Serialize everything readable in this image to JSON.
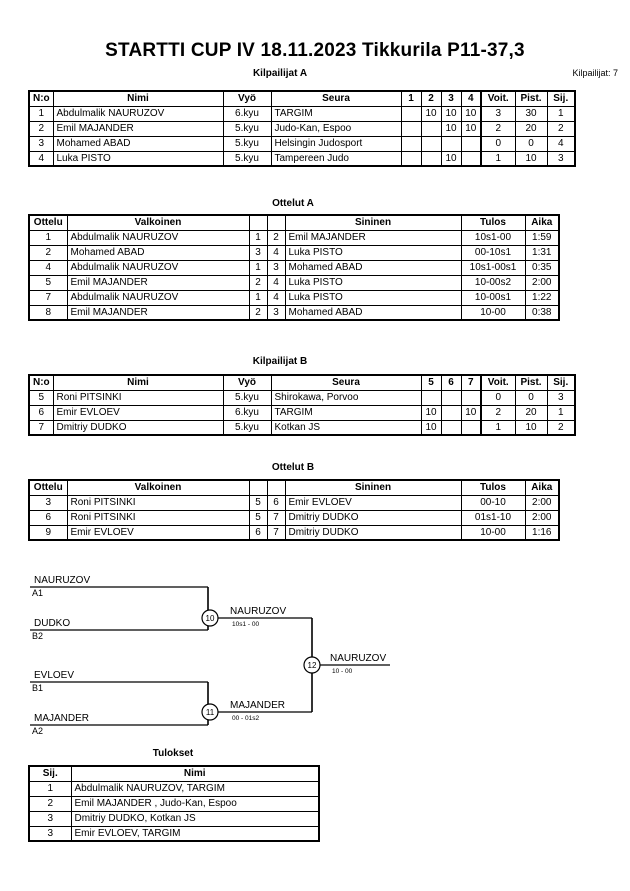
{
  "header": {
    "title": "STARTTI CUP IV  18.11.2023  Tikkurila   P11-37,3",
    "competitor_count_label": "Kilpailijat: 7"
  },
  "pool_a": {
    "caption": "Kilpailijat A",
    "columns": [
      "N:o",
      "Nimi",
      "Vyö",
      "Seura",
      "1",
      "2",
      "3",
      "4",
      "Voit.",
      "Pist.",
      "Sij."
    ],
    "rows": [
      {
        "no": "1",
        "name": "Abdulmalik NAURUZOV",
        "belt": "6.kyu",
        "club": "TARGIM",
        "m1": "",
        "m2": "10",
        "m3": "10",
        "m4": "10",
        "wins": "3",
        "points": "30",
        "rank": "1"
      },
      {
        "no": "2",
        "name": "Emil MAJANDER",
        "belt": "5.kyu",
        "club": "Judo-Kan, Espoo",
        "m1": "",
        "m2": "",
        "m3": "10",
        "m4": "10",
        "wins": "2",
        "points": "20",
        "rank": "2"
      },
      {
        "no": "3",
        "name": "Mohamed ABAD",
        "belt": "5.kyu",
        "club": "Helsingin Judosport",
        "m1": "",
        "m2": "",
        "m3": "",
        "m4": "",
        "wins": "0",
        "points": "0",
        "rank": "4"
      },
      {
        "no": "4",
        "name": "Luka PISTO",
        "belt": "5.kyu",
        "club": "Tampereen Judo",
        "m1": "",
        "m2": "",
        "m3": "10",
        "m4": "",
        "wins": "1",
        "points": "10",
        "rank": "3"
      }
    ]
  },
  "matches_a": {
    "caption": "Ottelut A",
    "columns": [
      "Ottelu",
      "Valkoinen",
      "",
      "",
      "Sininen",
      "Tulos",
      "Aika"
    ],
    "rows": [
      {
        "match": "1",
        "white": "Abdulmalik NAURUZOV",
        "wn": "1",
        "bn": "2",
        "blue": "Emil MAJANDER",
        "result": "10s1-00",
        "time": "1:59"
      },
      {
        "match": "2",
        "white": "Mohamed ABAD",
        "wn": "3",
        "bn": "4",
        "blue": "Luka PISTO",
        "result": "00-10s1",
        "time": "1:31"
      },
      {
        "match": "4",
        "white": "Abdulmalik NAURUZOV",
        "wn": "1",
        "bn": "3",
        "blue": "Mohamed ABAD",
        "result": "10s1-00s1",
        "time": "0:35"
      },
      {
        "match": "5",
        "white": "Emil MAJANDER",
        "wn": "2",
        "bn": "4",
        "blue": "Luka PISTO",
        "result": "10-00s2",
        "time": "2:00"
      },
      {
        "match": "7",
        "white": "Abdulmalik NAURUZOV",
        "wn": "1",
        "bn": "4",
        "blue": "Luka PISTO",
        "result": "10-00s1",
        "time": "1:22"
      },
      {
        "match": "8",
        "white": "Emil MAJANDER",
        "wn": "2",
        "bn": "3",
        "blue": "Mohamed ABAD",
        "result": "10-00",
        "time": "0:38"
      }
    ]
  },
  "pool_b": {
    "caption": "Kilpailijat B",
    "columns": [
      "N:o",
      "Nimi",
      "Vyö",
      "Seura",
      "5",
      "6",
      "7",
      "Voit.",
      "Pist.",
      "Sij."
    ],
    "rows": [
      {
        "no": "5",
        "name": "Roni PITSINKI",
        "belt": "5.kyu",
        "club": "Shirokawa, Porvoo",
        "m5": "",
        "m6": "",
        "m7": "",
        "wins": "0",
        "points": "0",
        "rank": "3"
      },
      {
        "no": "6",
        "name": "Emir EVLOEV",
        "belt": "6.kyu",
        "club": "TARGIM",
        "m5": "10",
        "m6": "",
        "m7": "10",
        "wins": "2",
        "points": "20",
        "rank": "1"
      },
      {
        "no": "7",
        "name": "Dmitriy DUDKO",
        "belt": "5.kyu",
        "club": "Kotkan JS",
        "m5": "10",
        "m6": "",
        "m7": "",
        "wins": "1",
        "points": "10",
        "rank": "2"
      }
    ]
  },
  "matches_b": {
    "caption": "Ottelut B",
    "columns": [
      "Ottelu",
      "Valkoinen",
      "",
      "",
      "Sininen",
      "Tulos",
      "Aika"
    ],
    "rows": [
      {
        "match": "3",
        "white": "Roni PITSINKI",
        "wn": "5",
        "bn": "6",
        "blue": "Emir EVLOEV",
        "result": "00-10",
        "time": "2:00"
      },
      {
        "match": "6",
        "white": "Roni PITSINKI",
        "wn": "5",
        "bn": "7",
        "blue": "Dmitriy DUDKO",
        "result": "01s1-10",
        "time": "2:00"
      },
      {
        "match": "9",
        "white": "Emir EVLOEV",
        "wn": "6",
        "bn": "7",
        "blue": "Dmitriy DUDKO",
        "result": "10-00",
        "time": "1:16"
      }
    ]
  },
  "bracket": {
    "entrants": [
      {
        "name": "NAURUZOV",
        "seed": "A1"
      },
      {
        "name": "DUDKO",
        "seed": "B2"
      },
      {
        "name": "EVLOEV",
        "seed": "B1"
      },
      {
        "name": "MAJANDER",
        "seed": "A2"
      }
    ],
    "semifinals": [
      {
        "number": "10",
        "winner": "NAURUZOV",
        "score": "10s1 - 00"
      },
      {
        "number": "11",
        "winner": "MAJANDER",
        "score": "00 - 01s2"
      }
    ],
    "final": {
      "number": "12",
      "winner": "NAURUZOV",
      "score": "10 - 00"
    }
  },
  "results": {
    "caption": "Tulokset",
    "columns": [
      "Sij.",
      "Nimi"
    ],
    "rows": [
      {
        "rank": "1",
        "name": "Abdulmalik NAURUZOV, TARGIM"
      },
      {
        "rank": "2",
        "name": "Emil MAJANDER , Judo-Kan, Espoo"
      },
      {
        "rank": "3",
        "name": "Dmitriy DUDKO, Kotkan JS"
      },
      {
        "rank": "3",
        "name": "Emir EVLOEV, TARGIM"
      }
    ]
  }
}
